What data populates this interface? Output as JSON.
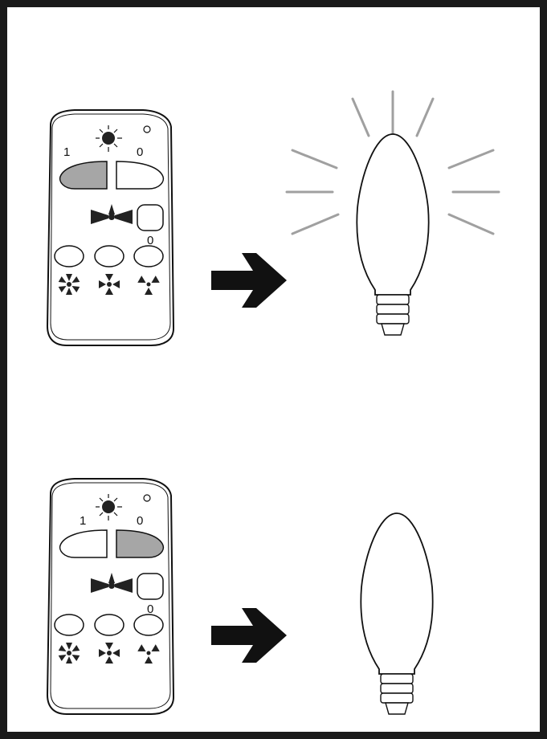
{
  "panels": [
    {
      "id": "light-on",
      "remote": {
        "on_label": "1",
        "off_label": "0",
        "fan_off_label": "0",
        "pressed": "on"
      },
      "bulb_state": "lit"
    },
    {
      "id": "light-off",
      "remote": {
        "on_label": "1",
        "off_label": "0",
        "fan_off_label": "0",
        "pressed": "off"
      },
      "bulb_state": "unlit"
    }
  ],
  "colors": {
    "frame": "#1a1a1a",
    "pressed_button": "#a6a6a6",
    "glow_rays": "#a0a0a0",
    "outline": "#111111"
  }
}
